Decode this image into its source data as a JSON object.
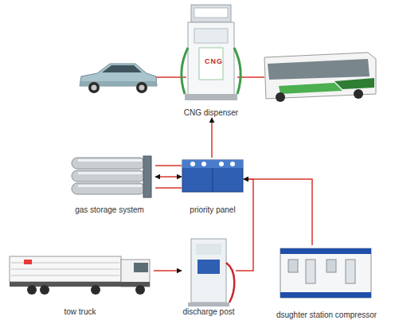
{
  "diagram": {
    "nodes": [
      {
        "text": [
          "CNG dispenser"
        ]
      },
      {
        "text": [
          "gas storage system"
        ]
      },
      {
        "text": [
          "priority panel"
        ]
      },
      {
        "text": [
          "tow truck"
        ]
      },
      {
        "text": [
          "discharge post"
        ]
      },
      {
        "text": [
          "dsughter station compressor"
        ]
      }
    ],
    "edges": [
      {
        "from": 3,
        "to": 4,
        "arrow": "to"
      },
      {
        "from": 4,
        "to": 2,
        "arrow": "to"
      },
      {
        "from": 5,
        "to": 2,
        "arrow": "to"
      },
      {
        "from": 2,
        "to": 1,
        "arrow": "both"
      },
      {
        "from": 2,
        "to": 0,
        "arrow": "to"
      }
    ],
    "labels": [
      "CNG"
    ]
  }
}
